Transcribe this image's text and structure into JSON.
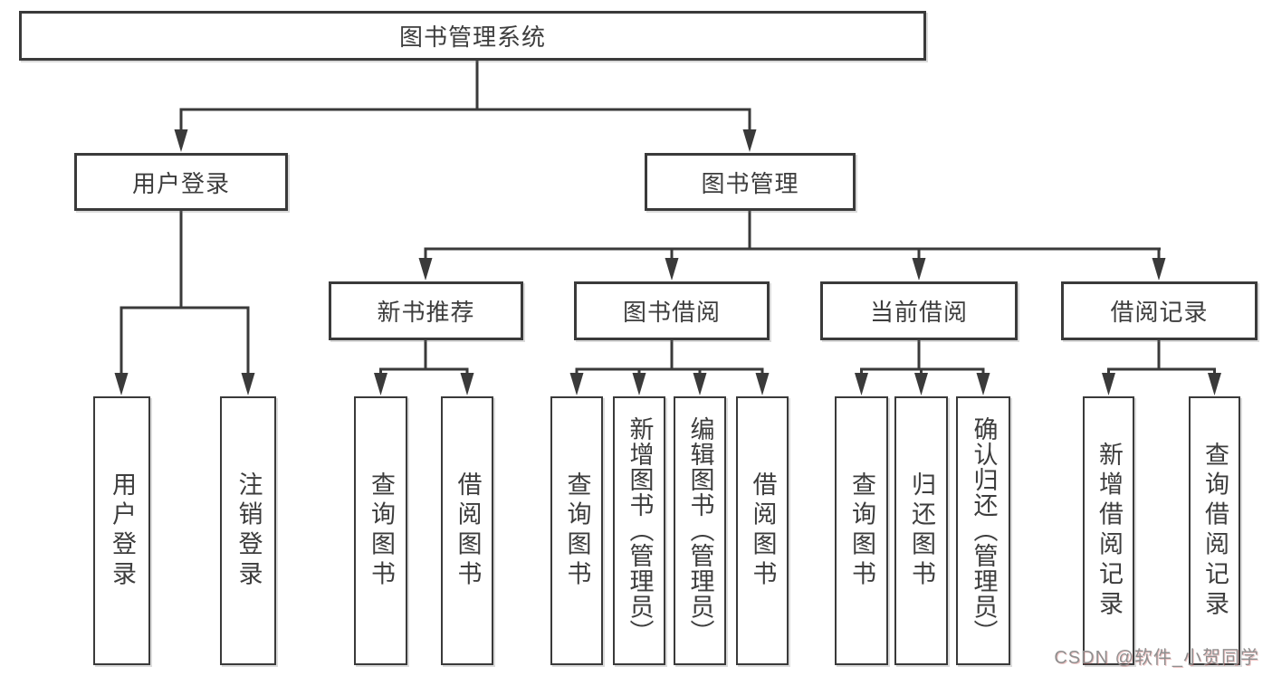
{
  "diagram": {
    "title_node": "图书管理系统",
    "nodes": {
      "root": "图书管理系统",
      "userLogin": "用户登录",
      "bookMgmt": "图书管理",
      "newBook": "新书推荐",
      "bookBorrow": "图书借阅",
      "currentBorrow": "当前借阅",
      "borrowRecord": "借阅记录",
      "leafUserLogin": "用户登录",
      "leafLogout": "注销登录",
      "leafQueryBook1": "查询图书",
      "leafBorrowBook1": "借阅图书",
      "leafQueryBook2": "查询图书",
      "leafAddBookAdmin": "新增图书（管理员）",
      "leafEditBookAdmin": "编辑图书（管理员）",
      "leafBorrowBook2": "借阅图书",
      "leafQueryBook3": "查询图书",
      "leafReturnBook": "归还图书",
      "leafConfirmReturnAdmin": "确认归还（管理员）",
      "leafAddBorrowRecord": "新增借阅记录",
      "leafQueryBorrowRecord": "查询借阅记录"
    },
    "structure": {
      "root_children": [
        "用户登录",
        "图书管理"
      ],
      "user_login_children": [
        "用户登录",
        "注销登录"
      ],
      "book_mgmt_children": [
        "新书推荐",
        "图书借阅",
        "当前借阅",
        "借阅记录"
      ],
      "new_book_children": [
        "查询图书",
        "借阅图书"
      ],
      "book_borrow_children": [
        "查询图书",
        "新增图书（管理员）",
        "编辑图书（管理员）",
        "借阅图书"
      ],
      "current_borrow_children": [
        "查询图书",
        "归还图书",
        "确认归还（管理员）"
      ],
      "borrow_record_children": [
        "新增借阅记录",
        "查询借阅记录"
      ]
    },
    "colors": {
      "line": "#3a3a3a",
      "text": "#3d3d3d",
      "background": "#ffffff",
      "watermark_text": "#8f8f8f"
    }
  },
  "watermark": "CSDN @软件_小贺同学"
}
